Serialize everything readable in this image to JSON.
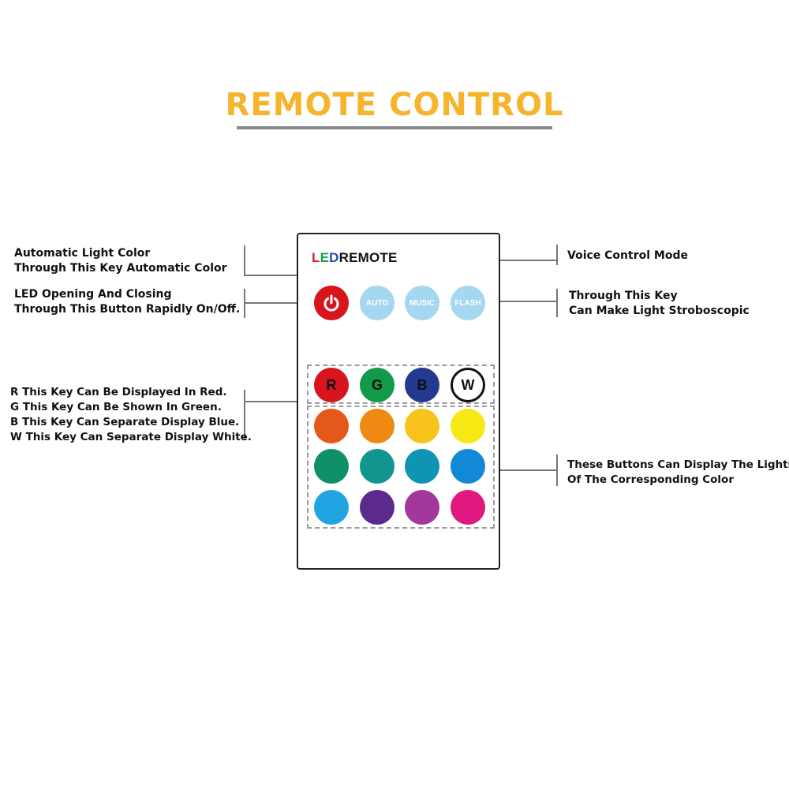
{
  "title": "REMOTE CONTROL",
  "colors": {
    "title": "#f6b42c",
    "leader": "#777777",
    "brand_L": "#e0202a",
    "brand_E": "#1aa04a",
    "brand_D": "#1d4fc0",
    "brand_rest": "#111111"
  },
  "remote": {
    "brand": {
      "l": "L",
      "e": "E",
      "d": "D",
      "rest": "REMOTE"
    },
    "function_buttons": [
      {
        "name": "power-button",
        "label": "",
        "icon": "power-icon",
        "color": "#d8141c"
      },
      {
        "name": "auto-button",
        "label": "AUTO",
        "color": "#a5d8f0"
      },
      {
        "name": "music-button",
        "label": "MUSIC",
        "color": "#a5d8f0"
      },
      {
        "name": "flash-button",
        "label": "FLASH",
        "color": "#a5d8f0"
      }
    ],
    "rgbw_buttons": [
      {
        "name": "red-button",
        "label": "R",
        "color": "#d8141c"
      },
      {
        "name": "green-button",
        "label": "G",
        "color": "#12994a"
      },
      {
        "name": "blue-button",
        "label": "B",
        "color": "#243a8f"
      },
      {
        "name": "white-button",
        "label": "W",
        "color": "#ffffff"
      }
    ],
    "color_grid": [
      [
        "#e4591b",
        "#ee8a12",
        "#f8c31a",
        "#f7ea14"
      ],
      [
        "#0f9068",
        "#10968e",
        "#0f94b4",
        "#1189d6"
      ],
      [
        "#23a4e2",
        "#5b2a8c",
        "#a3379b",
        "#e0187f"
      ]
    ]
  },
  "annotations": {
    "auto": [
      "Automatic Light Color",
      "Through This Key Automatic Color"
    ],
    "power": [
      "LED Opening And Closing",
      "Through This Button Rapidly On/Off."
    ],
    "rgbw": [
      "R This Key Can Be Displayed In Red.",
      "G This Key Can Be Shown In Green.",
      "B This Key Can Separate Display Blue.",
      "W This Key Can Separate Display White."
    ],
    "music": [
      "Voice Control Mode"
    ],
    "flash": [
      "Through This Key",
      "Can Make Light Stroboscopic"
    ],
    "grid": [
      "These Buttons Can Display The Lights",
      "Of The Corresponding Color"
    ]
  }
}
